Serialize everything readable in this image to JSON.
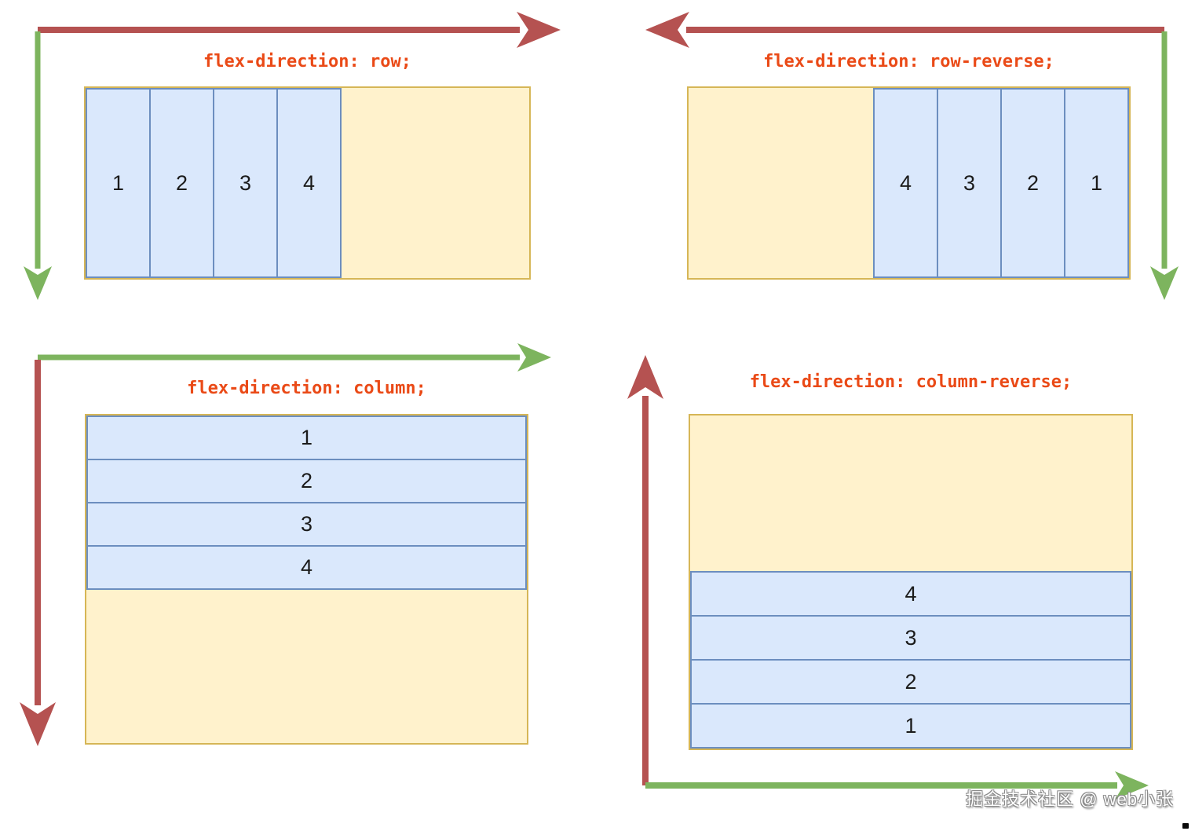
{
  "colors": {
    "main_axis_arrow": "#b55251",
    "cross_axis_arrow": "#7db45e",
    "title_text": "#ea4a17",
    "container_fill": "#fff2cc",
    "container_border": "#d6b656",
    "item_fill": "#dae8fc",
    "item_border": "#6c8ebf",
    "watermark_text": "#ffffff"
  },
  "quadrants": [
    {
      "id": "row",
      "title": "flex-direction: row;",
      "items": [
        "1",
        "2",
        "3",
        "4"
      ]
    },
    {
      "id": "row-reverse",
      "title": "flex-direction: row-reverse;",
      "items": [
        "1",
        "2",
        "3",
        "4"
      ]
    },
    {
      "id": "column",
      "title": "flex-direction: column;",
      "items": [
        "1",
        "2",
        "3",
        "4"
      ]
    },
    {
      "id": "column-reverse",
      "title": "flex-direction: column-reverse;",
      "items": [
        "1",
        "2",
        "3",
        "4"
      ]
    }
  ],
  "watermark": "掘金技术社区 @ web小张"
}
